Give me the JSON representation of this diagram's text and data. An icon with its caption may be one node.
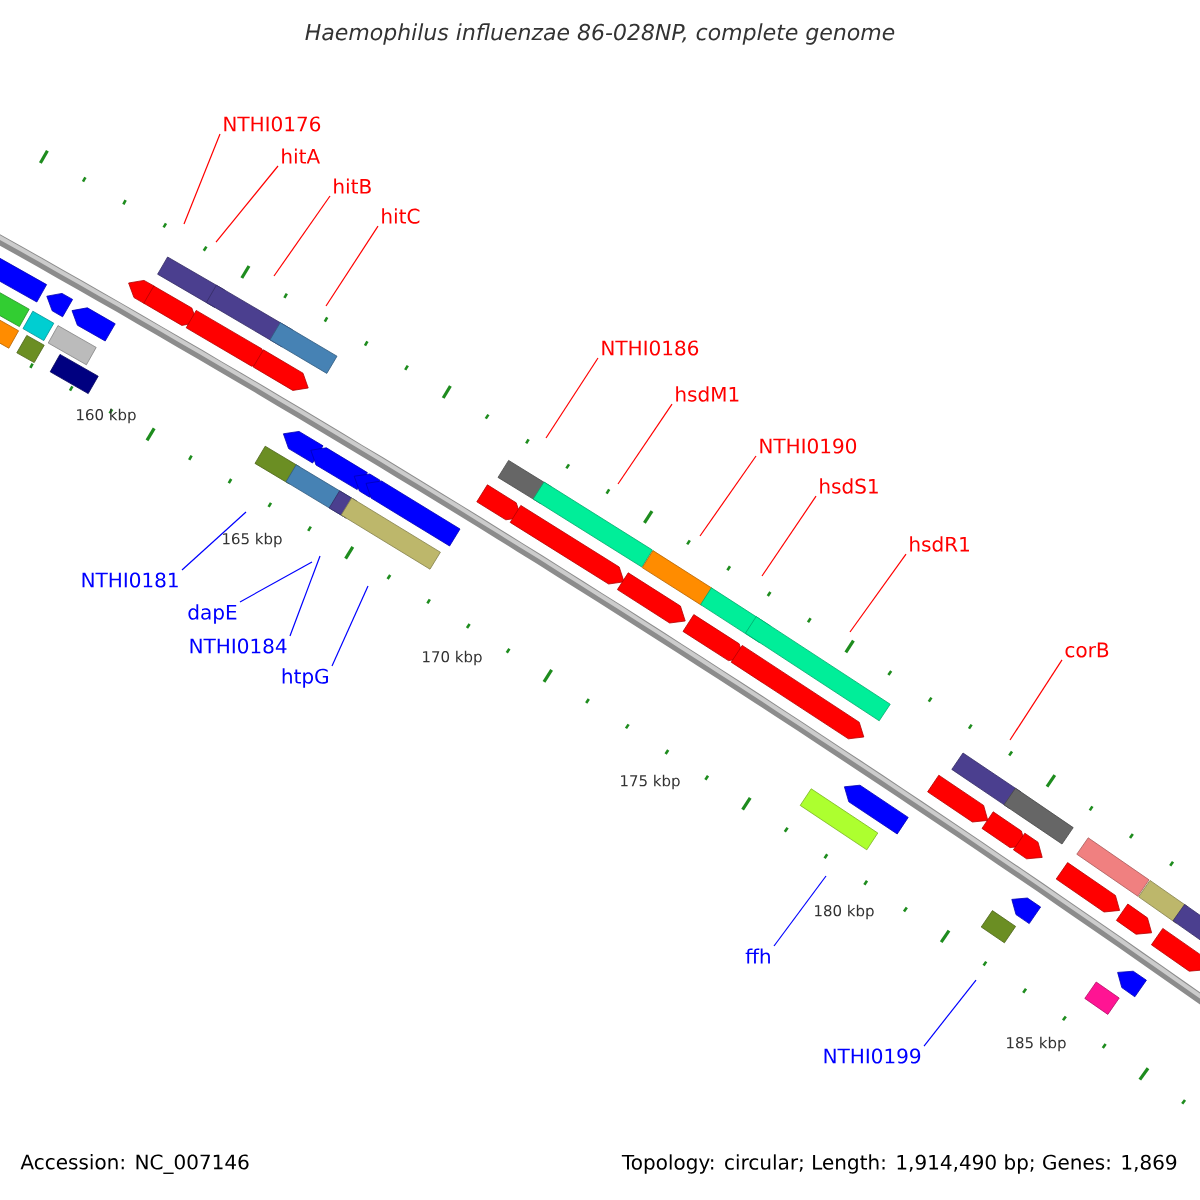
{
  "diagram": {
    "title": "Haemophilus influenzae 86-028NP, complete genome",
    "nodes": [
      {
        "text": [
          "NTHI0176"
        ]
      },
      {
        "text": [
          "hitA"
        ]
      },
      {
        "text": [
          "hitB"
        ]
      },
      {
        "text": [
          "hitC"
        ]
      },
      {
        "text": [
          "NTHI0186"
        ]
      },
      {
        "text": [
          "hsdM1"
        ]
      },
      {
        "text": [
          "NTHI0190"
        ]
      },
      {
        "text": [
          "hsdS1"
        ]
      },
      {
        "text": [
          "hsdR1"
        ]
      },
      {
        "text": [
          "corB"
        ]
      },
      {
        "text": [
          "NTHI0181"
        ]
      },
      {
        "text": [
          "dapE"
        ]
      },
      {
        "text": [
          "NTHI0184"
        ]
      },
      {
        "text": [
          "htpG"
        ]
      },
      {
        "text": [
          "ffh"
        ]
      },
      {
        "text": [
          "NTHI0199"
        ]
      }
    ],
    "edges": [
      {
        "from": 0,
        "to": null,
        "arrow": "none"
      },
      {
        "from": 1,
        "to": null,
        "arrow": "none"
      },
      {
        "from": 2,
        "to": null,
        "arrow": "none"
      },
      {
        "from": 3,
        "to": null,
        "arrow": "none"
      },
      {
        "from": 4,
        "to": null,
        "arrow": "none"
      },
      {
        "from": 5,
        "to": null,
        "arrow": "none"
      },
      {
        "from": 6,
        "to": null,
        "arrow": "none"
      },
      {
        "from": 7,
        "to": null,
        "arrow": "none"
      },
      {
        "from": 8,
        "to": null,
        "arrow": "none"
      },
      {
        "from": 9,
        "to": null,
        "arrow": "none"
      },
      {
        "from": 10,
        "to": null,
        "arrow": "none",
        "color": "#0000ff"
      },
      {
        "from": 11,
        "to": null,
        "arrow": "none",
        "color": "#0000ff"
      },
      {
        "from": 12,
        "to": null,
        "arrow": "none",
        "color": "#0000ff"
      },
      {
        "from": 13,
        "to": null,
        "arrow": "none",
        "color": "#0000ff"
      },
      {
        "from": 14,
        "to": null,
        "arrow": "none",
        "color": "#0000ff"
      },
      {
        "from": 15,
        "to": null,
        "arrow": "none",
        "color": "#0000ff"
      }
    ],
    "labels": [
      "160 kbp",
      "165 kbp",
      "170 kbp",
      "175 kbp",
      "180 kbp",
      "185 kbp",
      "Accession: NC_007146",
      "Topology: circular; Length: 1,914,490 bp; Genes: 1,869"
    ]
  }
}
